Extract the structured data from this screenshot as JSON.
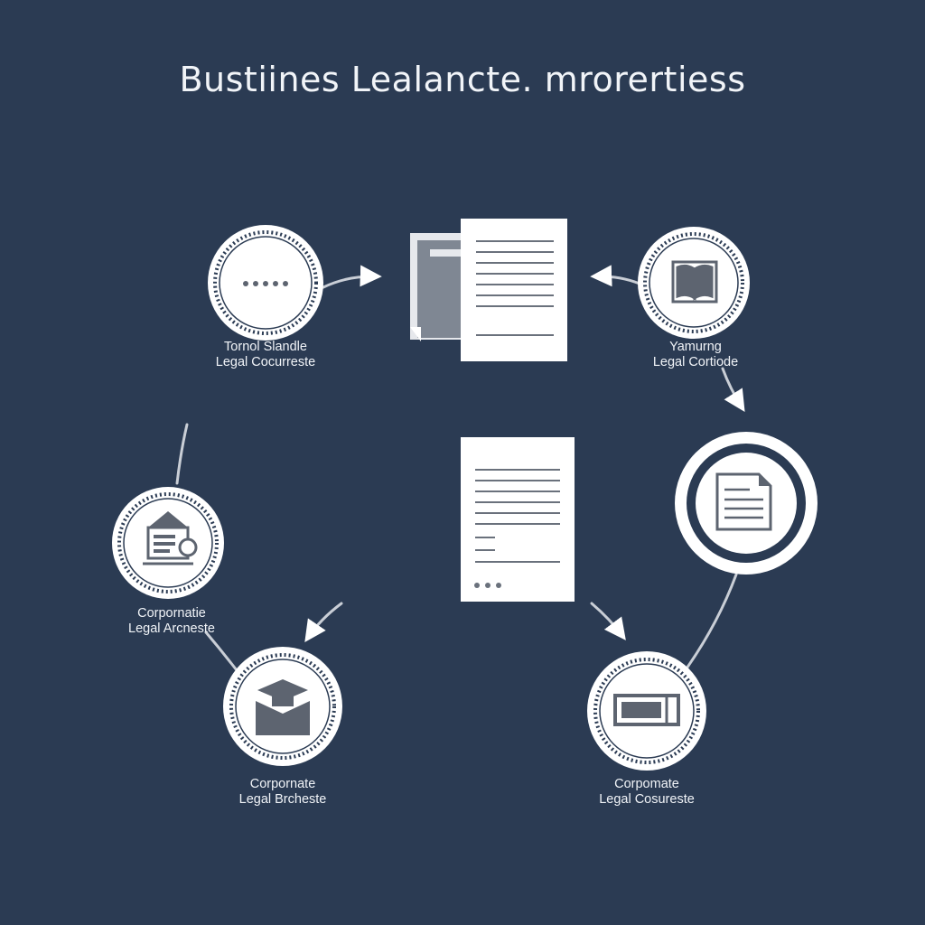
{
  "title": "Bustiines Lealancte. mrorertiess",
  "nodes": [
    {
      "id": "top-left",
      "icon": "ellipsis-icon",
      "line1": "Tornol Slandle",
      "line2": "Legal Cocurreste"
    },
    {
      "id": "top-right",
      "icon": "open-book-icon",
      "line1": "Yamurng",
      "line2": "Legal Cortiode"
    },
    {
      "id": "right",
      "icon": "document-icon",
      "line1": "",
      "line2": ""
    },
    {
      "id": "left",
      "icon": "building-seal-icon",
      "line1": "Corpornatie",
      "line2": "Legal Arcneste"
    },
    {
      "id": "bottom-left",
      "icon": "graduation-cap-icon",
      "line1": "Corpornate",
      "line2": "Legal Brcheste"
    },
    {
      "id": "bottom-right",
      "icon": "rectangle-panel-icon",
      "line1": "Corpomate",
      "line2": "Legal Cosureste"
    }
  ],
  "colors": {
    "background": "#2b3b53",
    "foreground": "#ffffff",
    "icon_gray": "#5d6470",
    "connector": "#c9ced6"
  }
}
